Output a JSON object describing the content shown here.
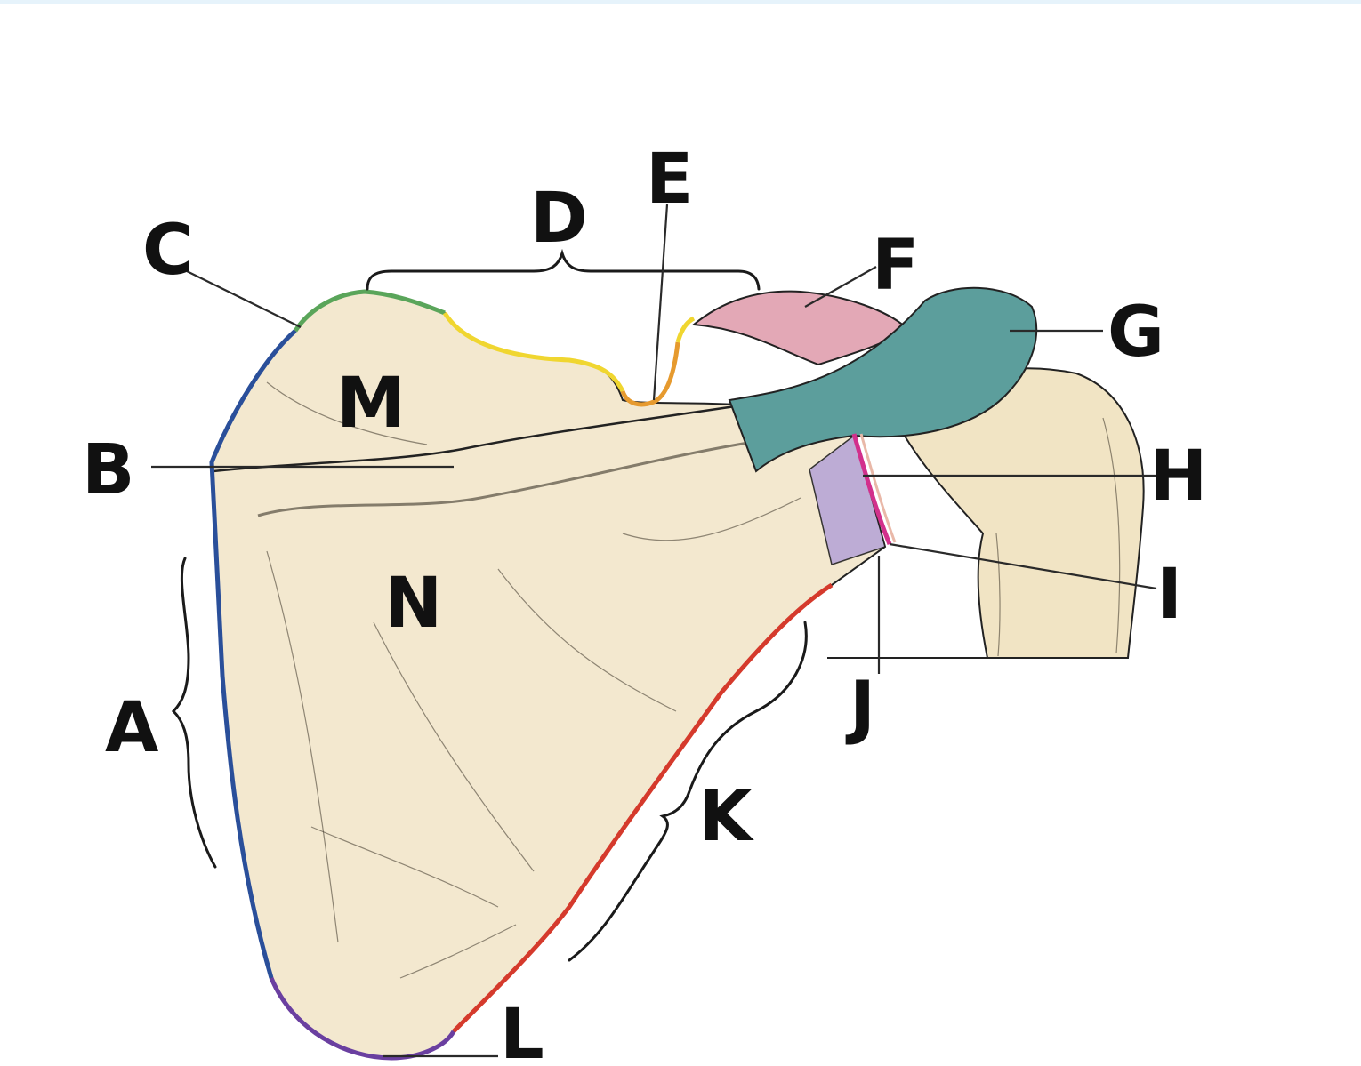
{
  "labels": {
    "A": "A",
    "B": "B",
    "C": "C",
    "D": "D",
    "E": "E",
    "F": "F",
    "G": "G",
    "H": "H",
    "I": "I",
    "J": "J",
    "K": "K",
    "L": "L",
    "M": "M",
    "N": "N"
  },
  "colors": {
    "bone": "#f3e8cf",
    "bone_shade": "#d9c9a6",
    "border_blue": "#2a4f9a",
    "border_green": "#5aa55a",
    "border_yellow": "#f0d630",
    "notch_orange": "#e69a2e",
    "coracoid_pink": "#e3a8b6",
    "acromion_teal": "#5c9e9c",
    "glenoid_lavender": "#b8a6d6",
    "glenoid_magenta": "#d2308c",
    "border_red": "#d53a2c",
    "angle_purple": "#6a3fa0"
  }
}
